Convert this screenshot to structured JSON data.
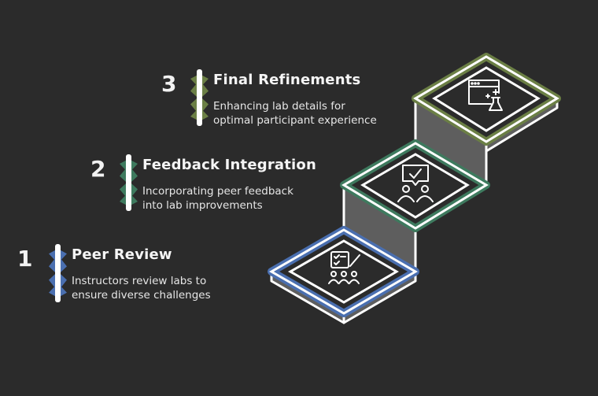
{
  "steps": [
    {
      "number": "1",
      "title": "Peer Review",
      "desc1": "Instructors review labs to",
      "desc2": "ensure diverse challenges",
      "icon": "checklist-people-icon",
      "color": "#4a6fb0"
    },
    {
      "number": "2",
      "title": "Feedback Integration",
      "desc1": "Incorporating peer feedback",
      "desc2": "into lab improvements",
      "icon": "feedback-people-icon",
      "color": "#3e7a5e"
    },
    {
      "number": "3",
      "title": "Final Refinements",
      "desc1": "Enhancing lab details for",
      "desc2": "optimal participant experience",
      "icon": "browser-flask-icon",
      "color": "#6b7f45"
    }
  ]
}
